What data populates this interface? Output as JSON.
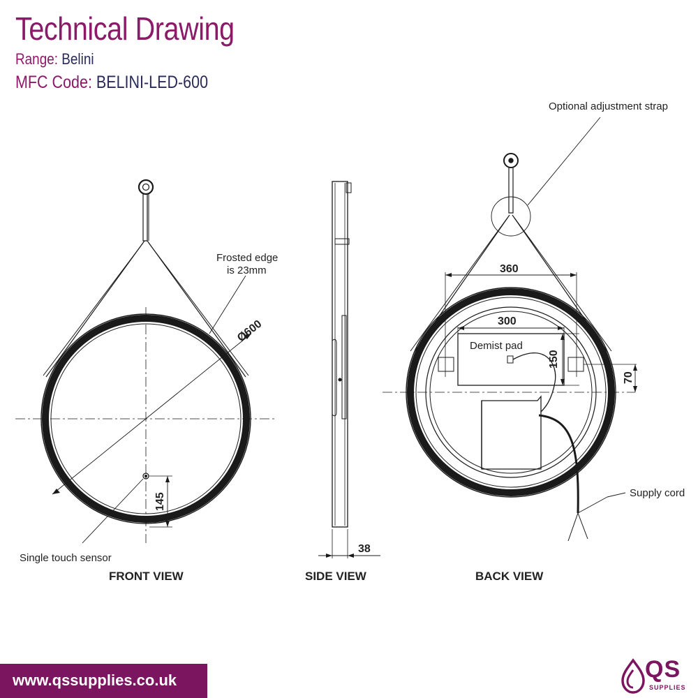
{
  "header": {
    "title": "Technical Drawing",
    "range_label": "Range:",
    "range_value": "Belini",
    "mfc_label": "MFC Code:",
    "mfc_value": "BELINI-LED-600"
  },
  "annotations": {
    "optional_strap": "Optional adjustment strap",
    "frosted_edge_line1": "Frosted edge",
    "frosted_edge_line2": "is 23mm",
    "diameter": "Ø600",
    "touch_sensor": "Single touch sensor",
    "demist_pad": "Demist pad",
    "supply_cord": "Supply cord"
  },
  "dimensions": {
    "sensor_height": "145",
    "depth": "38",
    "width_360": "360",
    "width_300": "300",
    "height_150": "150",
    "height_70": "70"
  },
  "views": {
    "front": "FRONT VIEW",
    "side": "SIDE VIEW",
    "back": "BACK VIEW"
  },
  "footer": {
    "url": "www.qssupplies.co.uk",
    "logo_text": "QS",
    "logo_sub": "SUPPLIES"
  },
  "colors": {
    "brand": "#7b1560",
    "line": "#1a1a1a"
  }
}
